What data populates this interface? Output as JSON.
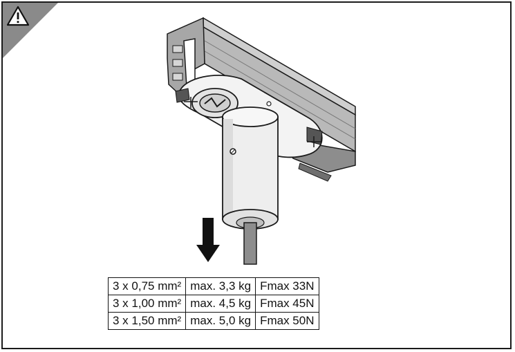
{
  "colors": {
    "outline": "#1a1a1a",
    "rail": "#b9b9b9",
    "rail_dark": "#8d8d8d",
    "cylinder": "#eeeeee",
    "corner": "#8a8a8a"
  },
  "icons": {
    "corner": "warning-triangle-icon",
    "arrow": "down-arrow-icon"
  },
  "spec_table": {
    "rows": [
      {
        "cable": "3 x 0,75 mm²",
        "load": "max. 3,3 kg",
        "force": "Fmax 33N"
      },
      {
        "cable": "3 x 1,00 mm²",
        "load": "max. 4,5 kg",
        "force": "Fmax 45N"
      },
      {
        "cable": "3 x 1,50 mm²",
        "load": "max. 5,0 kg",
        "force": "Fmax 50N"
      }
    ]
  }
}
